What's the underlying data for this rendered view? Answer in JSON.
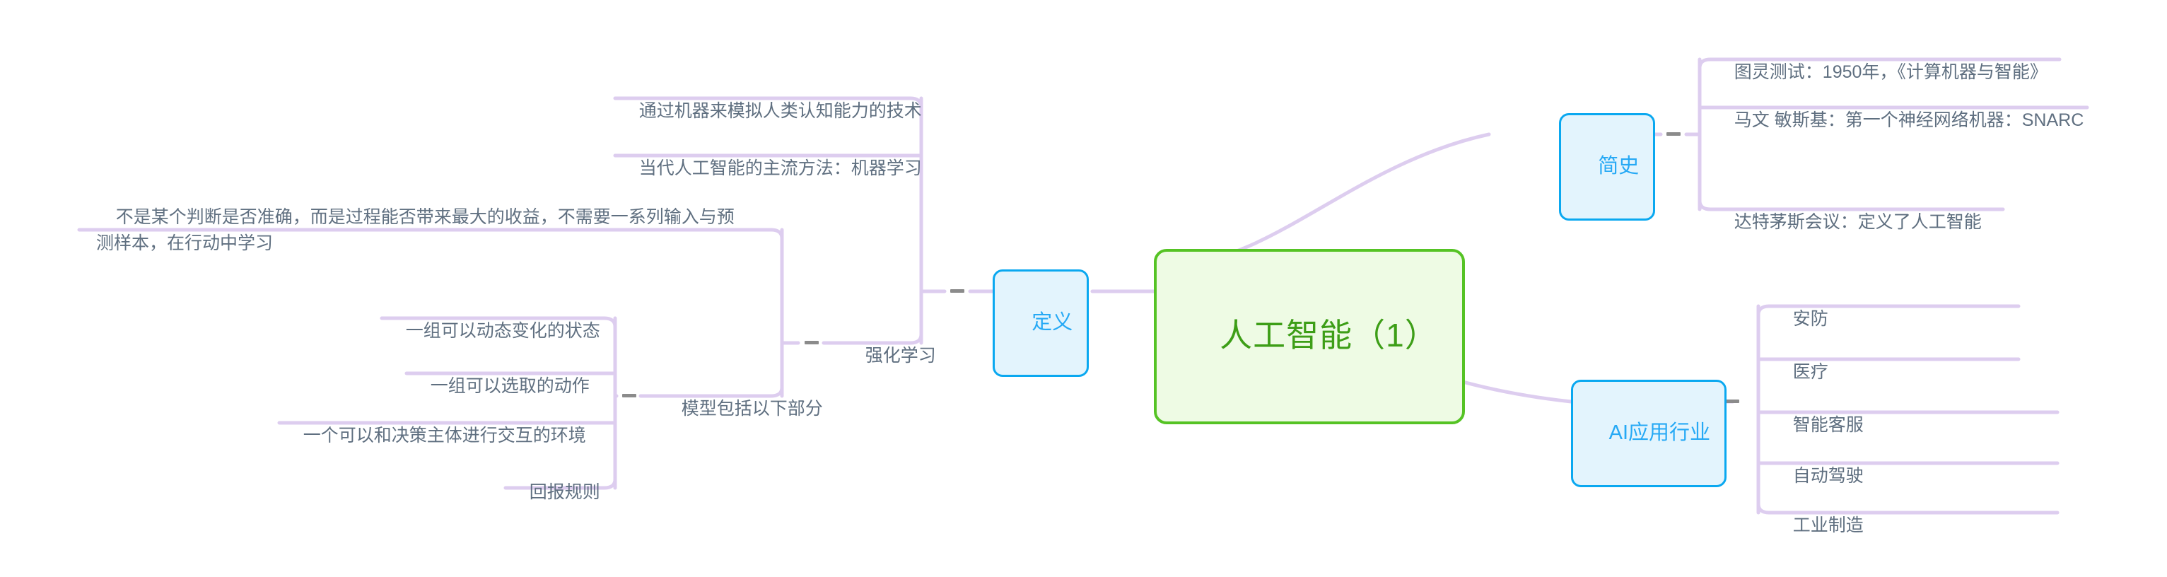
{
  "diagram": {
    "type": "mind-map",
    "title": "人工智能（1）",
    "background": "#ffffff",
    "colors": {
      "root_border": "#55c324",
      "root_fill": "#eefbe4",
      "root_text": "#3d9e17",
      "branch_border": "#0aa8f0",
      "branch_fill": "#e3f4fd",
      "branch_text": "#26a9f5",
      "link": "#ddcdef",
      "leaf_text": "#5f6f80",
      "toggle": "#8b8b8b"
    }
  },
  "root": {
    "label": "人工智能（1）"
  },
  "branches": {
    "definition": {
      "label": "定义",
      "children": [
        {
          "label": "通过机器来模拟人类认知能力的技术"
        },
        {
          "label": "当代人工智能的主流方法：机器学习"
        },
        {
          "label": "强化学习"
        }
      ]
    },
    "reinforcement": {
      "label": "强化学习",
      "children": [
        {
          "label": "不是某个判断是否准确，而是过程能否带来最大的收益，不需要一系列输入与预\n测样本，在行动中学习"
        },
        {
          "label": "模型包括以下部分"
        }
      ]
    },
    "model_parts": {
      "label": "模型包括以下部分",
      "children": [
        {
          "label": "一组可以动态变化的状态"
        },
        {
          "label": "一组可以选取的动作"
        },
        {
          "label": "一个可以和决策主体进行交互的环境"
        },
        {
          "label": "回报规则"
        }
      ]
    },
    "history": {
      "label": "简史",
      "children": [
        {
          "label": "图灵测试：1950年，《计算机器与智能》"
        },
        {
          "label": "马文 敏斯基：第一个神经网络机器：SNARC"
        },
        {
          "label": "达特茅斯会议：定义了人工智能"
        }
      ]
    },
    "industries": {
      "label": "AI应用行业",
      "children": [
        {
          "label": "安防"
        },
        {
          "label": "医疗"
        },
        {
          "label": "智能客服"
        },
        {
          "label": "自动驾驶"
        },
        {
          "label": "工业制造"
        }
      ]
    }
  }
}
